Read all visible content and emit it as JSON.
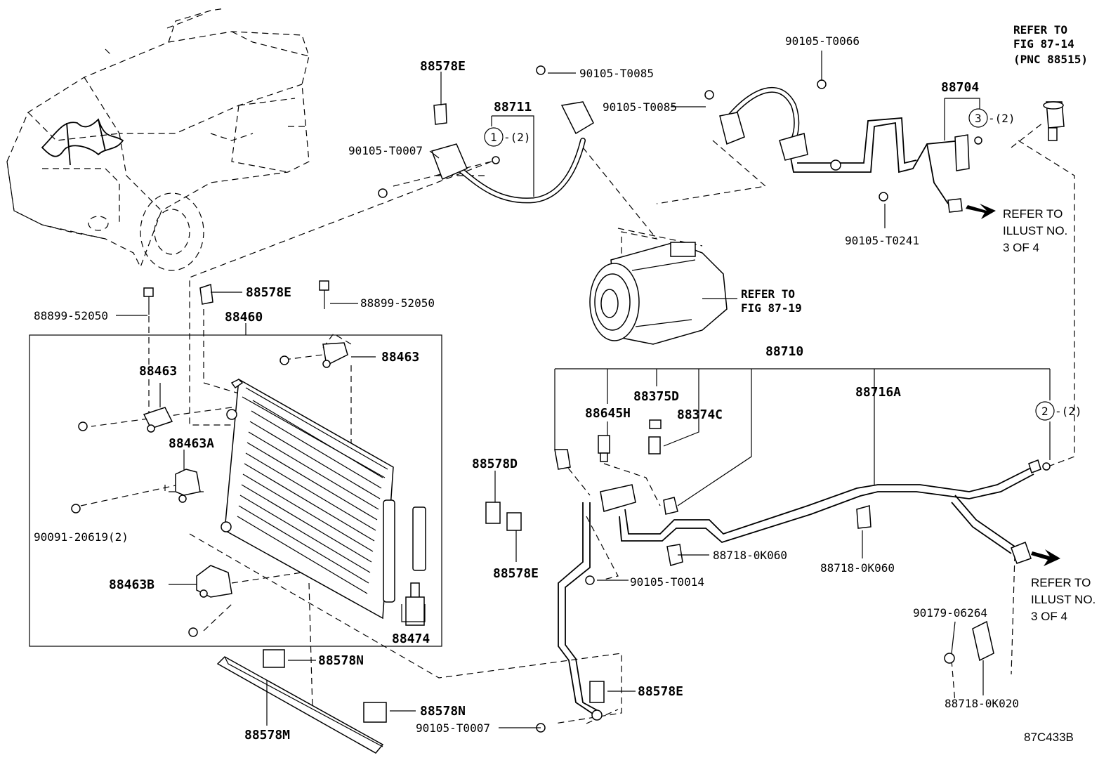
{
  "diagram": {
    "figure_code": "87C433B",
    "labels": {
      "p88578E_top": "88578E",
      "p88711": "88711",
      "p90105_T0085_a": "90105-T0085",
      "p90105_T0085_b": "90105-T0085",
      "p90105_T0007_top": "90105-T0007",
      "circ1": "1",
      "circ1_qty": "-(2)",
      "p90105_T0066": "90105-T0066",
      "p88704": "88704",
      "circ3": "3",
      "circ3_qty": "-(2)",
      "p90105_T0241": "90105-T0241",
      "p88578E_mid": "88578E",
      "p88899_left": "88899-52050",
      "p88899_right": "88899-52050",
      "p88460": "88460",
      "p88463_left": "88463",
      "p88463_right": "88463",
      "p88463A": "88463A",
      "p90091": "90091-20619(2)",
      "p88463B": "88463B",
      "p88474": "88474",
      "p88578N_a": "88578N",
      "p88578N_b": "88578N",
      "p88578M": "88578M",
      "p90105_T0007_bot": "90105-T0007",
      "p88578E_bot": "88578E",
      "p88578D": "88578D",
      "p88578E_d": "88578E",
      "p88710": "88710",
      "p88375D": "88375D",
      "p88645H": "88645H",
      "p88374C": "88374C",
      "p88716A": "88716A",
      "circ2": "2",
      "circ2_qty": "-(2)",
      "p88718_a": "88718-0K060",
      "p88718_b": "88718-0K060",
      "p90105_T0014": "90105-T0014",
      "p90179": "90179-06264",
      "p88718_c": "88718-0K020"
    },
    "notes": {
      "fig8714_l1": "REFER TO",
      "fig8714_l2": "FIG 87-14",
      "fig8714_l3": "(PNC 88515)",
      "fig8719_l1": "REFER TO",
      "fig8719_l2": "FIG 87-19",
      "illust_top_l1": "REFER TO",
      "illust_top_l2": "ILLUST NO.",
      "illust_top_l3": "3 OF 4",
      "illust_bot_l1": "REFER TO",
      "illust_bot_l2": "ILLUST NO.",
      "illust_bot_l3": "3 OF 4"
    }
  }
}
